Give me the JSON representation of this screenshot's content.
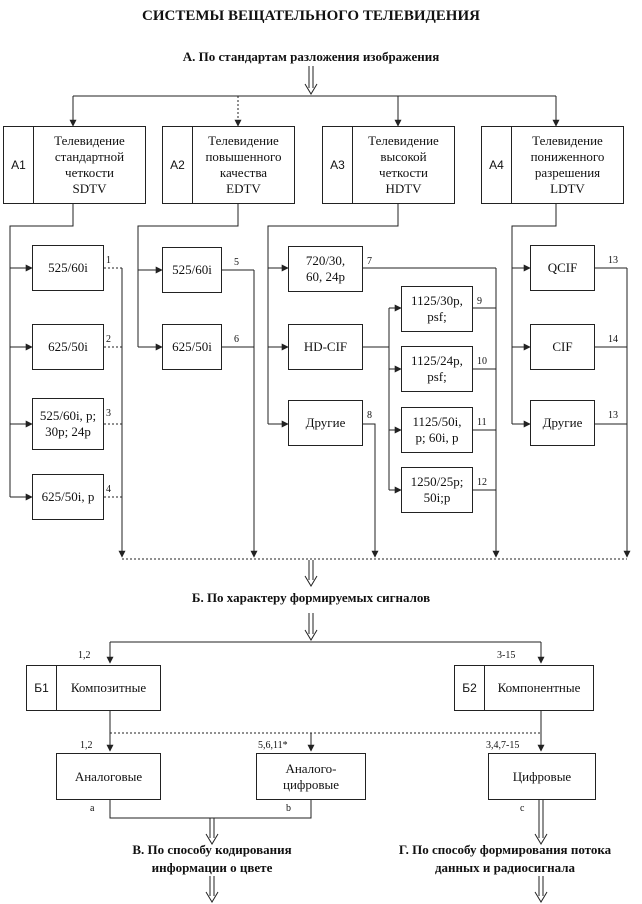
{
  "title": "СИСТЕМЫ ВЕЩАТЕЛЬНОГО ТЕЛЕВИДЕНИЯ",
  "section_a": "А. По стандартам разложения изображения",
  "section_b": "Б. По характеру формируемых сигналов",
  "section_v": "В. По способу кодирования\nинформации о цвете",
  "section_g": "Г. По способу формирования потока\nданных и радиосигнала",
  "categories": [
    {
      "code": "А1",
      "label": "Телевидение\nстандартной\nчеткости\nSDTV"
    },
    {
      "code": "А2",
      "label": "Телевидение\nповышенного\nкачества\nEDTV"
    },
    {
      "code": "А3",
      "label": "Телевидение\nвысокой\nчеткости\nHDTV"
    },
    {
      "code": "А4",
      "label": "Телевидение\nпониженного\nразрешения\nLDTV"
    }
  ],
  "formats": {
    "f1": {
      "label": "525/60i",
      "num": "1"
    },
    "f2": {
      "label": "625/50i",
      "num": "2"
    },
    "f3": {
      "label": "525/60i, p;\n30p; 24p",
      "num": "3"
    },
    "f4": {
      "label": "625/50i, p",
      "num": "4"
    },
    "f5": {
      "label": "525/60i",
      "num": "5"
    },
    "f6": {
      "label": "625/50i",
      "num": "6"
    },
    "f7": {
      "label": "720/30,\n60, 24p",
      "num": "7"
    },
    "hdcif": {
      "label": "HD-CIF"
    },
    "f8": {
      "label": "Другие",
      "num": "8"
    },
    "f9": {
      "label": "1125/30p,\npsf;",
      "num": "9"
    },
    "f10": {
      "label": "1125/24p,\npsf;",
      "num": "10"
    },
    "f11": {
      "label": "1125/50i,\np; 60i, p",
      "num": "11"
    },
    "f12": {
      "label": "1250/25p;\n50i;p",
      "num": "12"
    },
    "f13": {
      "label": "QCIF",
      "num": "13"
    },
    "f14": {
      "label": "CIF",
      "num": "14"
    },
    "f15": {
      "label": "Другие",
      "num": "13"
    }
  },
  "signals": {
    "b1": {
      "code": "Б1",
      "label": "Композитные",
      "note": "1,2"
    },
    "b2": {
      "code": "Б2",
      "label": "Компонентные",
      "note": "3-15"
    }
  },
  "types": {
    "analog": {
      "label": "Аналоговые",
      "note": "1,2",
      "letter": "а"
    },
    "mixed": {
      "label": "Аналого-\nцифровые",
      "note": "5,6,11*",
      "letter": "b"
    },
    "digital": {
      "label": "Цифровые",
      "note": "3,4,7-15",
      "letter": "c"
    }
  }
}
